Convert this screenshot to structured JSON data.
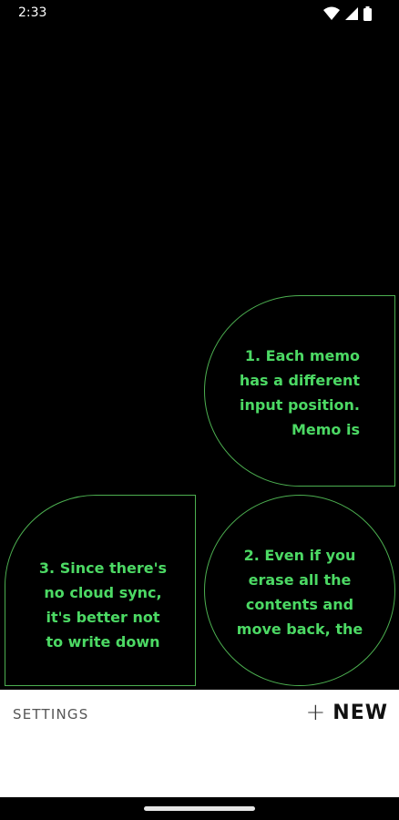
{
  "status_bar": {
    "time": "2:33",
    "icons": [
      "wifi-icon",
      "signal-icon",
      "battery-icon"
    ]
  },
  "memos": [
    {
      "text": "1. Each memo\nhas a different\ninput position.\nMemo is"
    },
    {
      "text": "2. Even if you\nerase all the\ncontents and\nmove back, the"
    },
    {
      "text": "3. Since there's\nno cloud sync,\nit's better not\nto write down"
    }
  ],
  "bottom_bar": {
    "settings_label": "SETTINGS",
    "new_label": "NEW",
    "new_icon": "plus-icon"
  },
  "colors": {
    "accent": "#4cd964",
    "border": "#4caf50",
    "background": "#000000",
    "bar": "#ffffff"
  }
}
